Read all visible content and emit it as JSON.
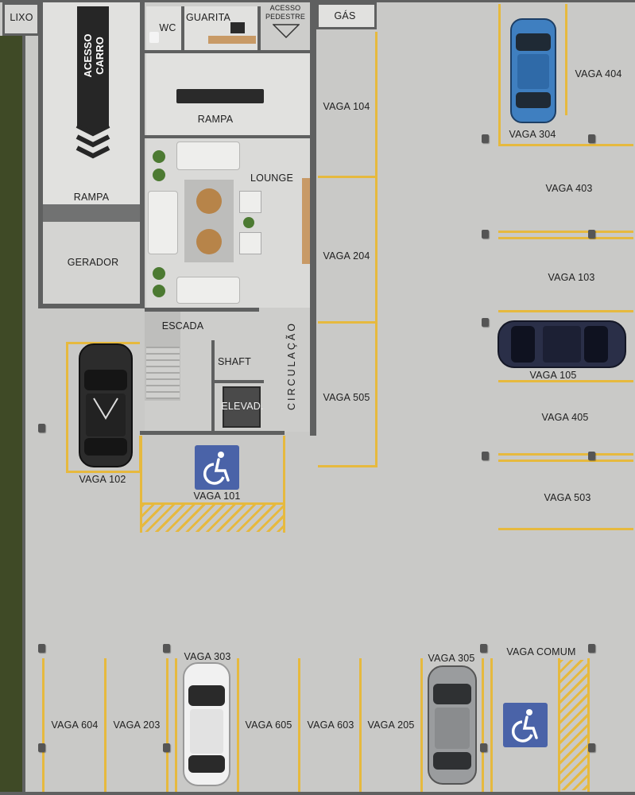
{
  "map": {
    "areas": {
      "lixo": "LIXO",
      "wc": "WC",
      "guarita": "GUARITA",
      "acesso_pedestre_1": "ACESSO",
      "acesso_pedestre_2": "PEDESTRE",
      "gas": "GÁS",
      "acesso_carro_1": "ACESSO",
      "acesso_carro_2": "CARRO",
      "rampa_central": "RAMPA",
      "rampa_left": "RAMPA",
      "gerador": "GERADOR",
      "lounge": "LOUNGE",
      "escada": "ESCADA",
      "shaft": "SHAFT",
      "elevador": "ELEVAD.",
      "circulacao": "CIRCULAÇÃO"
    },
    "spots": {
      "v104": "VAGA 104",
      "v204": "VAGA 204",
      "v505": "VAGA 505",
      "v404": "VAGA 404",
      "v304": "VAGA 304",
      "v403": "VAGA 403",
      "v103": "VAGA 103",
      "v105": "VAGA 105",
      "v405": "VAGA 405",
      "v503": "VAGA 503",
      "v102": "VAGA 102",
      "v101": "VAGA 101",
      "v303": "VAGA 303",
      "v305": "VAGA 305",
      "comum": "VAGA COMUM",
      "v604": "VAGA 604",
      "v203": "VAGA 203",
      "v605": "VAGA 605",
      "v603": "VAGA 603",
      "v205": "VAGA 205"
    },
    "colors": {
      "floor": "#c9c9c7",
      "wall": "#5f6060",
      "marking": "#e6b93e",
      "accessible_sign": "#4a63a8",
      "grass": "#3f4a26"
    },
    "cars": [
      {
        "spot": "VAGA 304",
        "color": "#3f7fc0",
        "icon": "car-top-view"
      },
      {
        "spot": "VAGA 105",
        "color": "#2a2f48",
        "icon": "car-top-view"
      },
      {
        "spot": "VAGA 102",
        "color": "#2c2c2c",
        "icon": "car-top-view"
      },
      {
        "spot": "VAGA 303",
        "color": "#f1f1f1",
        "icon": "car-top-view"
      },
      {
        "spot": "VAGA 305",
        "color": "#9a9c9e",
        "icon": "car-top-view"
      }
    ],
    "accessible_symbols": [
      "wheelchair-icon",
      "wheelchair-icon"
    ]
  }
}
